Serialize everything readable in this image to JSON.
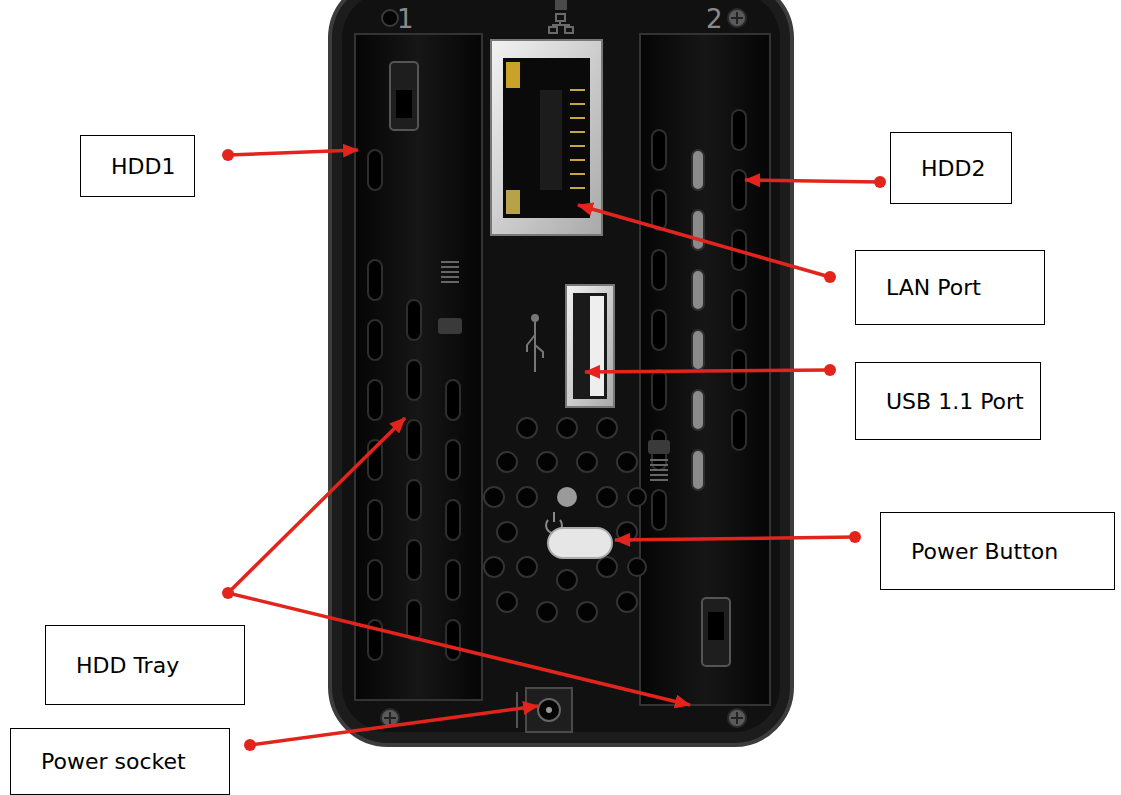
{
  "diagram": {
    "nodes": [
      {
        "text": [
          "HDD1"
        ]
      },
      {
        "text": [
          "HDD2"
        ]
      },
      {
        "text": [
          "LAN Port"
        ]
      },
      {
        "text": [
          "USB 1.1 Port"
        ]
      },
      {
        "text": [
          "Power Button"
        ]
      },
      {
        "text": [
          "HDD Tray"
        ]
      },
      {
        "text": [
          "Power socket"
        ]
      }
    ],
    "labels": [
      "1",
      "2"
    ]
  }
}
